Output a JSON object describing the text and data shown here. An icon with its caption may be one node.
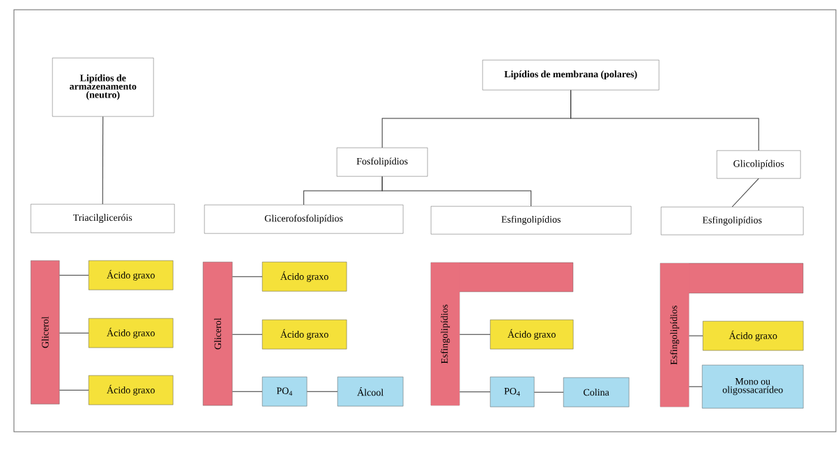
{
  "diagram": {
    "nodes": [
      {
        "text": [
          "Lipídios de armazenamento (neutro)"
        ]
      },
      {
        "text": [
          "Lipídios de membrana (polares)"
        ]
      },
      {
        "text": [
          "Fosfolipídios"
        ]
      },
      {
        "text": [
          "Glicolipídios"
        ]
      },
      {
        "text": [
          "Triacilgliceróis"
        ]
      },
      {
        "text": [
          "Glicerofosfolipídios"
        ]
      },
      {
        "text": [
          "Esfingolipídios"
        ]
      },
      {
        "text": [
          "Esfingolipídios"
        ]
      },
      {
        "text": [
          "Glicerol"
        ]
      },
      {
        "text": [
          "Ácido graxo"
        ]
      },
      {
        "text": [
          "Ácido graxo"
        ]
      },
      {
        "text": [
          "Ácido graxo"
        ]
      },
      {
        "text": [
          "Glicerol"
        ]
      },
      {
        "text": [
          "Ácido graxo"
        ]
      },
      {
        "text": [
          "Ácido graxo"
        ]
      },
      {
        "text": [
          "PO$_{4}$"
        ]
      },
      {
        "text": [
          "Álcool"
        ]
      },
      {
        "text": [
          "Esfingolipídios"
        ]
      },
      {
        "text": [
          "Ácido graxo"
        ]
      },
      {
        "text": [
          "PO$_{4}$"
        ]
      },
      {
        "text": [
          "Colina"
        ]
      },
      {
        "text": [
          "Esfingolipídios"
        ]
      },
      {
        "text": [
          "Ácido graxo"
        ]
      },
      {
        "text": [
          "Mono ou oligossacarídeo"
        ]
      }
    ],
    "edges": [
      {
        "from": 0,
        "to": 4,
        "arrow": "none"
      },
      {
        "from": 1,
        "to": 2,
        "arrow": "none"
      },
      {
        "from": 1,
        "to": 3,
        "arrow": "none"
      },
      {
        "from": 2,
        "to": 5,
        "arrow": "none"
      },
      {
        "from": 2,
        "to": 6,
        "arrow": "none"
      },
      {
        "from": 3,
        "to": 7,
        "arrow": "none"
      },
      {
        "from": 8,
        "to": 9,
        "arrow": "none"
      },
      {
        "from": 8,
        "to": 10,
        "arrow": "none"
      },
      {
        "from": 8,
        "to": 11,
        "arrow": "none"
      },
      {
        "from": 12,
        "to": 13,
        "arrow": "none"
      },
      {
        "from": 12,
        "to": 14,
        "arrow": "none"
      },
      {
        "from": 12,
        "to": 15,
        "arrow": "none"
      },
      {
        "from": 15,
        "to": 16,
        "arrow": "none"
      },
      {
        "from": 17,
        "to": 18,
        "arrow": "none"
      },
      {
        "from": 17,
        "to": 19,
        "arrow": "none"
      },
      {
        "from": 19,
        "to": 20,
        "arrow": "none"
      },
      {
        "from": 21,
        "to": 22,
        "arrow": "none"
      },
      {
        "from": 21,
        "to": 23,
        "arrow": "none"
      }
    ]
  }
}
